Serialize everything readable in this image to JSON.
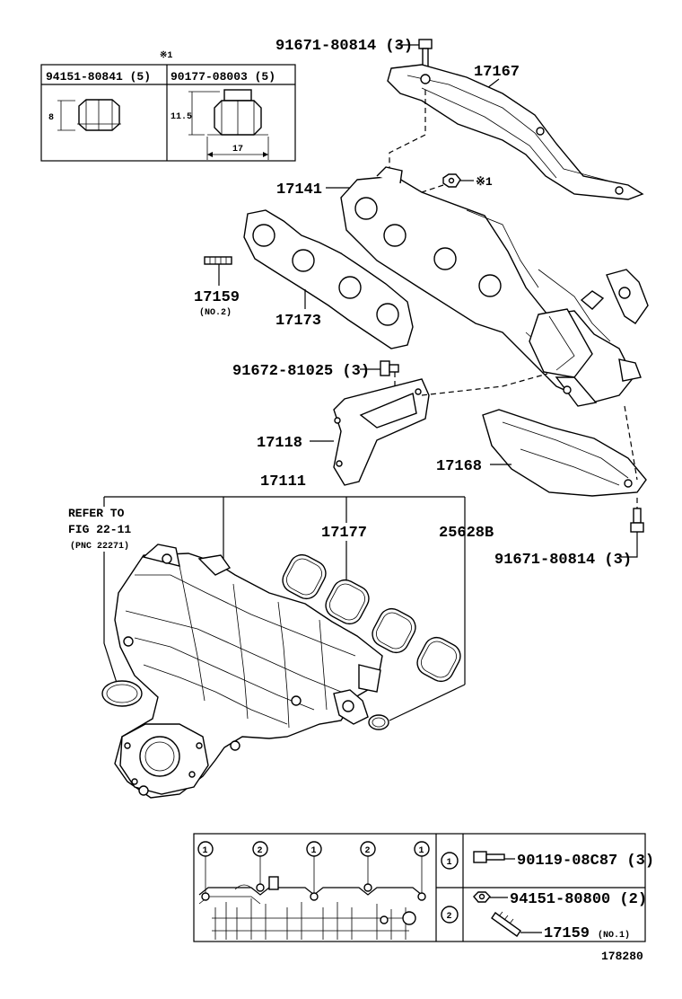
{
  "nut_table": {
    "note_mark": "※1",
    "col1_part": "94151-80841 (5)",
    "col2_part": "90177-08003 (5)",
    "dim_height_1": "8",
    "dim_height_2": "11.5",
    "dim_width_2": "17"
  },
  "callouts": {
    "bolt_top": "91671-80814 (3)",
    "heat_insulator_upper": "17167",
    "manifold": "17141",
    "nut_note": "※1",
    "stud": "17159",
    "stud_sub": "(NO.2)",
    "gasket": "17173",
    "bolt_mid": "91672-81025 (3)",
    "bracket": "17118",
    "heat_insulator_lower": "17168",
    "bolt_lower": "91671-80814 (3)",
    "intake_manifold": "17111",
    "intake_gasket": "17177",
    "o_ring": "25628B",
    "refer_line1": "REFER TO",
    "refer_line2": "FIG 22-11",
    "refer_line3": "(PNC 22271)"
  },
  "legend": {
    "marker_1": "1",
    "marker_2": "2",
    "row1_part": "90119-08C87 (3)",
    "row2_part1": "94151-80800 (2)",
    "row2_part2": "17159",
    "row2_part2_sub": "(NO.1)"
  },
  "figure_id": "178280"
}
